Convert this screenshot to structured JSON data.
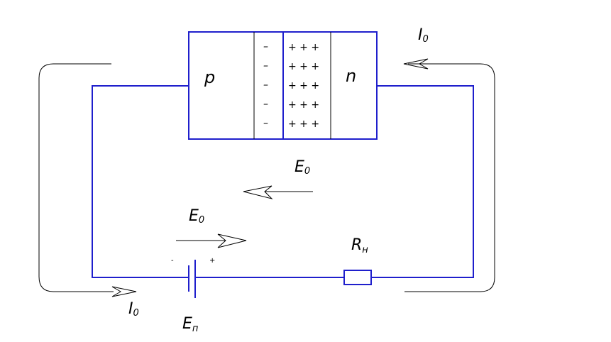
{
  "colors": {
    "wire": "#1f1fcc",
    "annotation": "#000000",
    "background": "#ffffff"
  },
  "semiconductor": {
    "p_label": "p",
    "n_label": "n",
    "negative_charges": [
      "–",
      "–",
      "–",
      "–",
      "–"
    ],
    "positive_charges": [
      "+ + +",
      "+ + +",
      "+ + +",
      "+ + +",
      "+ + +"
    ]
  },
  "labels": {
    "current_top": {
      "main": "I",
      "sub": "0"
    },
    "current_bottom": {
      "main": "I",
      "sub": "0"
    },
    "field_internal": {
      "main": "E",
      "sub": "0"
    },
    "field_external": {
      "main": "E",
      "sub": "0"
    },
    "load": {
      "main": "R",
      "sub": "н"
    },
    "source": {
      "main": "E",
      "sub": "п"
    },
    "battery_minus": "-",
    "battery_plus": "+"
  }
}
